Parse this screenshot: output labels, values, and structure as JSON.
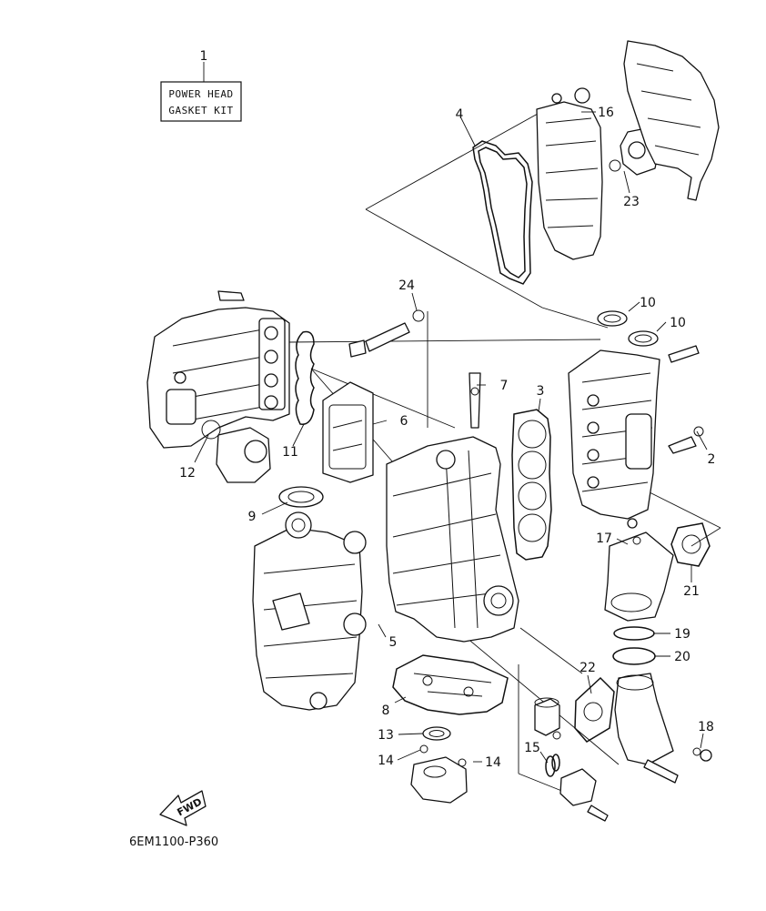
{
  "kit_label": {
    "line1": "POWER HEAD",
    "line2": "GASKET KIT"
  },
  "diagram_code": "6EM1100-P360",
  "fwd_label": "FWD",
  "callouts": [
    "1",
    "2",
    "3",
    "4",
    "5",
    "6",
    "7",
    "8",
    "9",
    "10",
    "10",
    "11",
    "12",
    "13",
    "14",
    "14",
    "15",
    "16",
    "17",
    "18",
    "19",
    "20",
    "21",
    "22",
    "23",
    "24"
  ]
}
